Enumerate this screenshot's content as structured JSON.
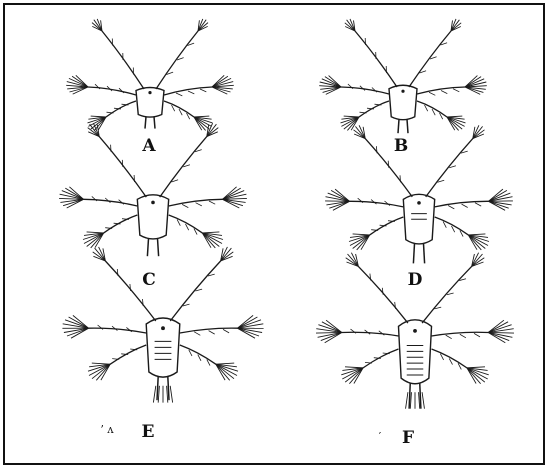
{
  "figure": {
    "panels": [
      {
        "id": "panel-a",
        "label": "A"
      },
      {
        "id": "panel-b",
        "label": "B"
      },
      {
        "id": "panel-c",
        "label": "C"
      },
      {
        "id": "panel-d",
        "label": "D"
      },
      {
        "id": "panel-e",
        "label": "E"
      },
      {
        "id": "panel-f",
        "label": "F"
      }
    ],
    "stray_marks": [
      {
        "id": "stray-mark-e",
        "text": "’ ʌ"
      },
      {
        "id": "stray-mark-f",
        "text": "′"
      }
    ]
  },
  "colors": {
    "ink": "#1a1a1a",
    "background": "#ffffff",
    "border": "#111111"
  }
}
